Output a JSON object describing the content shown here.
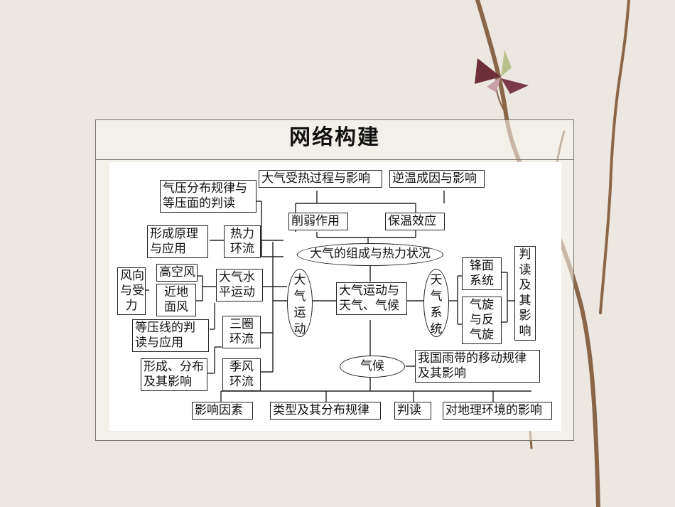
{
  "title": "网络构建",
  "diagram": {
    "center": "大气的组成与热力状况",
    "top": {
      "heat_process": "大气受热过程与影响",
      "inversion": "逆温成因与影响",
      "weaken": "削弱作用",
      "insulate": "保温效应"
    },
    "left": {
      "pressure_rule_l1": "气压分布规律与",
      "pressure_rule_l2": "等压面的判读",
      "formation_l1": "形成原理",
      "formation_l2": "与应用",
      "thermal_l1": "热力",
      "thermal_l2": "环流",
      "wind_force_l1": "风向",
      "wind_force_l2": "与受",
      "wind_force_l3": "力",
      "high_wind": "高空风",
      "near_wind_l1": "近地",
      "near_wind_l2": "面风",
      "horizontal_l1": "大气水",
      "horizontal_l2": "平运动",
      "isobar_l1": "等压线的判",
      "isobar_l2": "读与应用",
      "three_cell_l1": "三圈",
      "three_cell_l2": "环流",
      "dist_l1": "形成、分布",
      "dist_l2": "及其影响",
      "monsoon_l1": "季风",
      "monsoon_l2": "环流",
      "motion_oval": [
        "大",
        "气",
        "运",
        "动"
      ]
    },
    "middle": {
      "motion_weather_l1": "大气运动与",
      "motion_weather_l2": "天气、气候",
      "climate": "气候"
    },
    "right": {
      "system_oval": [
        "天",
        "气",
        "系",
        "统"
      ],
      "front_l1": "锋面",
      "front_l2": "系统",
      "cyclone_l1": "气旋",
      "cyclone_l2": "与反",
      "cyclone_l3": "气旋",
      "judge_vertical": [
        "判",
        "读",
        "及",
        "其",
        "影",
        "响"
      ],
      "rainbelt_l1": "我国雨带的移动规律",
      "rainbelt_l2": "及其影响"
    },
    "bottom": {
      "factors": "影响因素",
      "types": "类型及其分布规律",
      "judge": "判读",
      "env": "对地理环境的影响"
    }
  }
}
